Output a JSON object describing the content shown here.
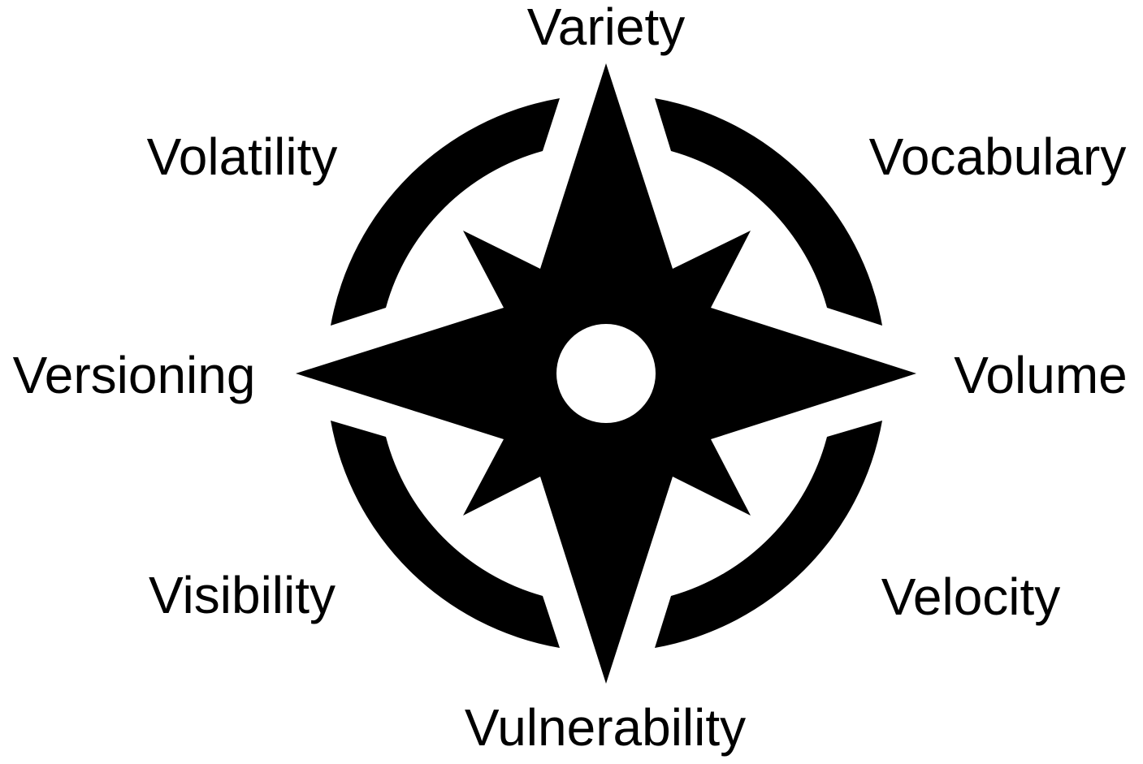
{
  "diagram": {
    "colors": {
      "ink": "#000000",
      "background": "#ffffff"
    },
    "icon": "compass-rose-icon",
    "labels": {
      "north": "Variety",
      "northeast": "Vocabulary",
      "east": "Volume",
      "southeast": "Velocity",
      "south": "Vulnerability",
      "southwest": "Visibility",
      "west": "Versioning",
      "northwest": "Volatility"
    }
  }
}
